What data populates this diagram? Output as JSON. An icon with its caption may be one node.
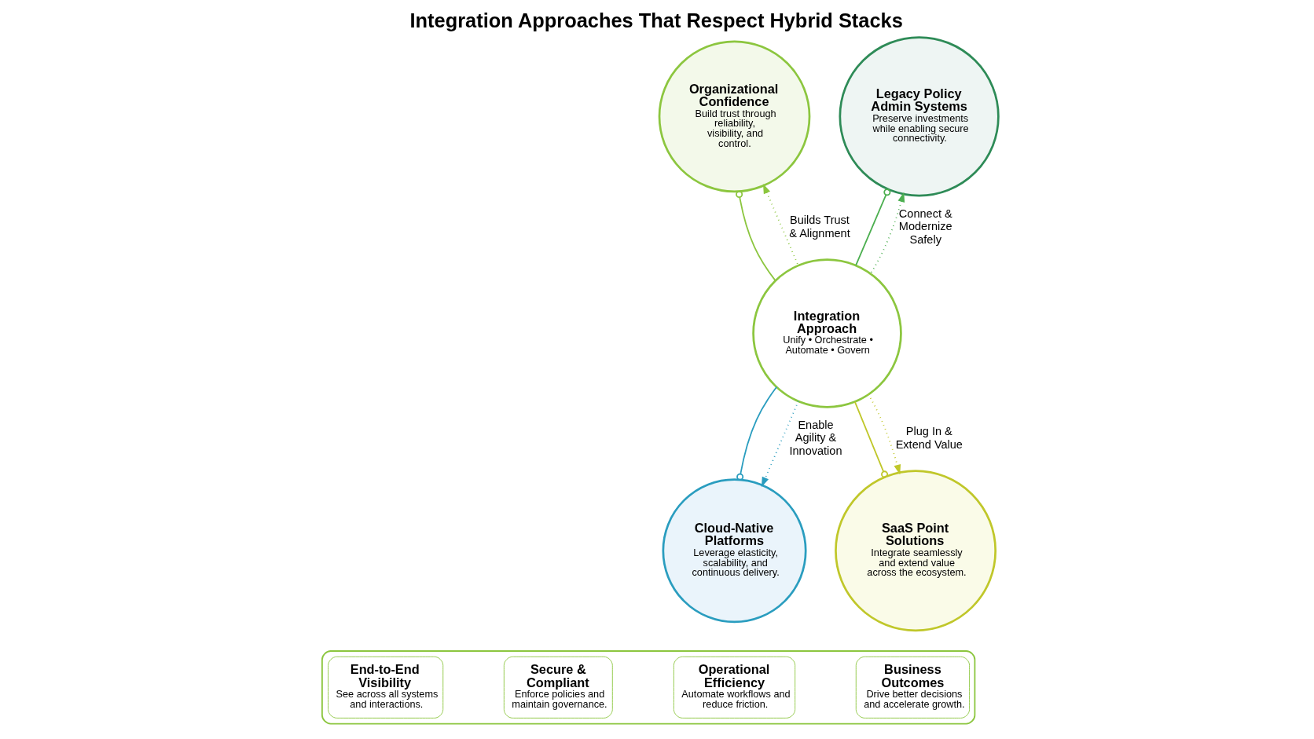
{
  "diagram": {
    "title": "Integration Approaches That Respect Hybrid Stacks",
    "nodes": [
      {
        "text": [
          "Organizational Confidence",
          "Build trust through reliability, visibility, and control."
        ]
      },
      {
        "text": [
          "Legacy Policy Admin Systems",
          "Preserve investments while enabling secure connectivity."
        ]
      },
      {
        "text": [
          "Integration Approach",
          "Unify • Orchestrate • Automate • Govern"
        ]
      },
      {
        "text": [
          "Cloud-Native Platforms",
          "Leverage elasticity, scalability, and continuous delivery."
        ]
      },
      {
        "text": [
          "SaaS Point Solutions",
          "Integrate seamlessly and extend value across the ecosystem."
        ]
      },
      {
        "text": [],
        "shape": "box"
      },
      {
        "text": [
          "End-to-End Visibility",
          "See across all systems and interactions."
        ],
        "in": 5
      },
      {
        "text": [
          "Secure & Compliant",
          "Enforce policies and maintain governance."
        ],
        "in": 5
      },
      {
        "text": [
          "Operational Efficiency",
          "Automate workflows and reduce friction."
        ],
        "in": 5
      },
      {
        "text": [
          "Business Outcomes",
          "Drive better decisions and accelerate growth."
        ],
        "in": 5
      }
    ],
    "edges": [
      {
        "from": 2,
        "to": 0,
        "arrow": "other"
      },
      {
        "from": 2,
        "to": 0,
        "arrow": "to",
        "label": "Builds Trust & Alignment",
        "style": "dashed"
      },
      {
        "from": 2,
        "to": 1,
        "arrow": "other",
        "color": "#4caf50"
      },
      {
        "from": 2,
        "to": 1,
        "arrow": "to",
        "label": "Connect & Modernize Safely",
        "style": "dashed",
        "color": "#4caf50"
      },
      {
        "from": 2,
        "to": 3,
        "arrow": "other",
        "color": "#2a9dbf"
      },
      {
        "from": 2,
        "to": 3,
        "arrow": "to",
        "label": "Enable Agility & Innovation",
        "style": "dashed",
        "color": "#2a9dbf"
      },
      {
        "from": 2,
        "to": 4,
        "arrow": "other",
        "color": "#c0c72a"
      },
      {
        "from": 2,
        "to": 4,
        "arrow": "to",
        "label": "Plug In & Extend Value",
        "style": "dashed",
        "color": "#c0c72a"
      }
    ]
  }
}
